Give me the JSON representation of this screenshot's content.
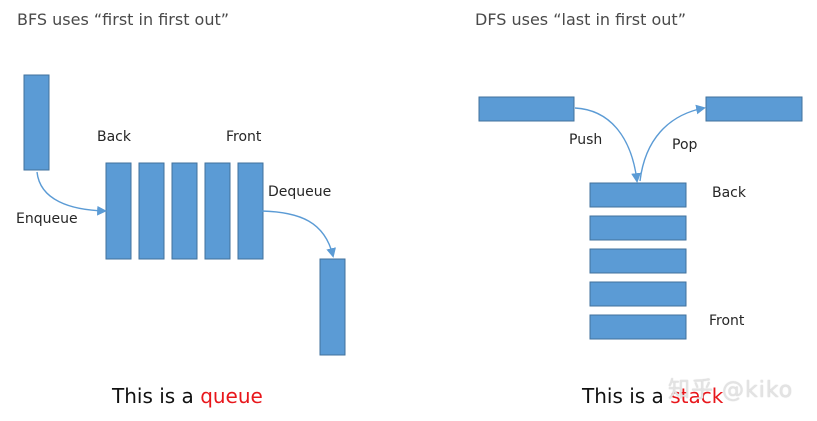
{
  "bfs": {
    "heading": "BFS uses “first in first out”",
    "back_label": "Back",
    "front_label": "Front",
    "enqueue_label": "Enqueue",
    "dequeue_label": "Dequeue",
    "caption_prefix": "This is a ",
    "caption_keyword": "queue"
  },
  "dfs": {
    "heading": "DFS uses “last in first out”",
    "push_label": "Push",
    "pop_label": "Pop",
    "back_label": "Back",
    "front_label": "Front",
    "caption_prefix": "This is a ",
    "caption_keyword": "stack"
  },
  "watermark": {
    "text": "知乎 @kiko"
  },
  "colors": {
    "block_fill": "#5b9bd5",
    "block_stroke": "#41719c",
    "arrow": "#5b9bd5",
    "keyword": "#e8161b"
  }
}
